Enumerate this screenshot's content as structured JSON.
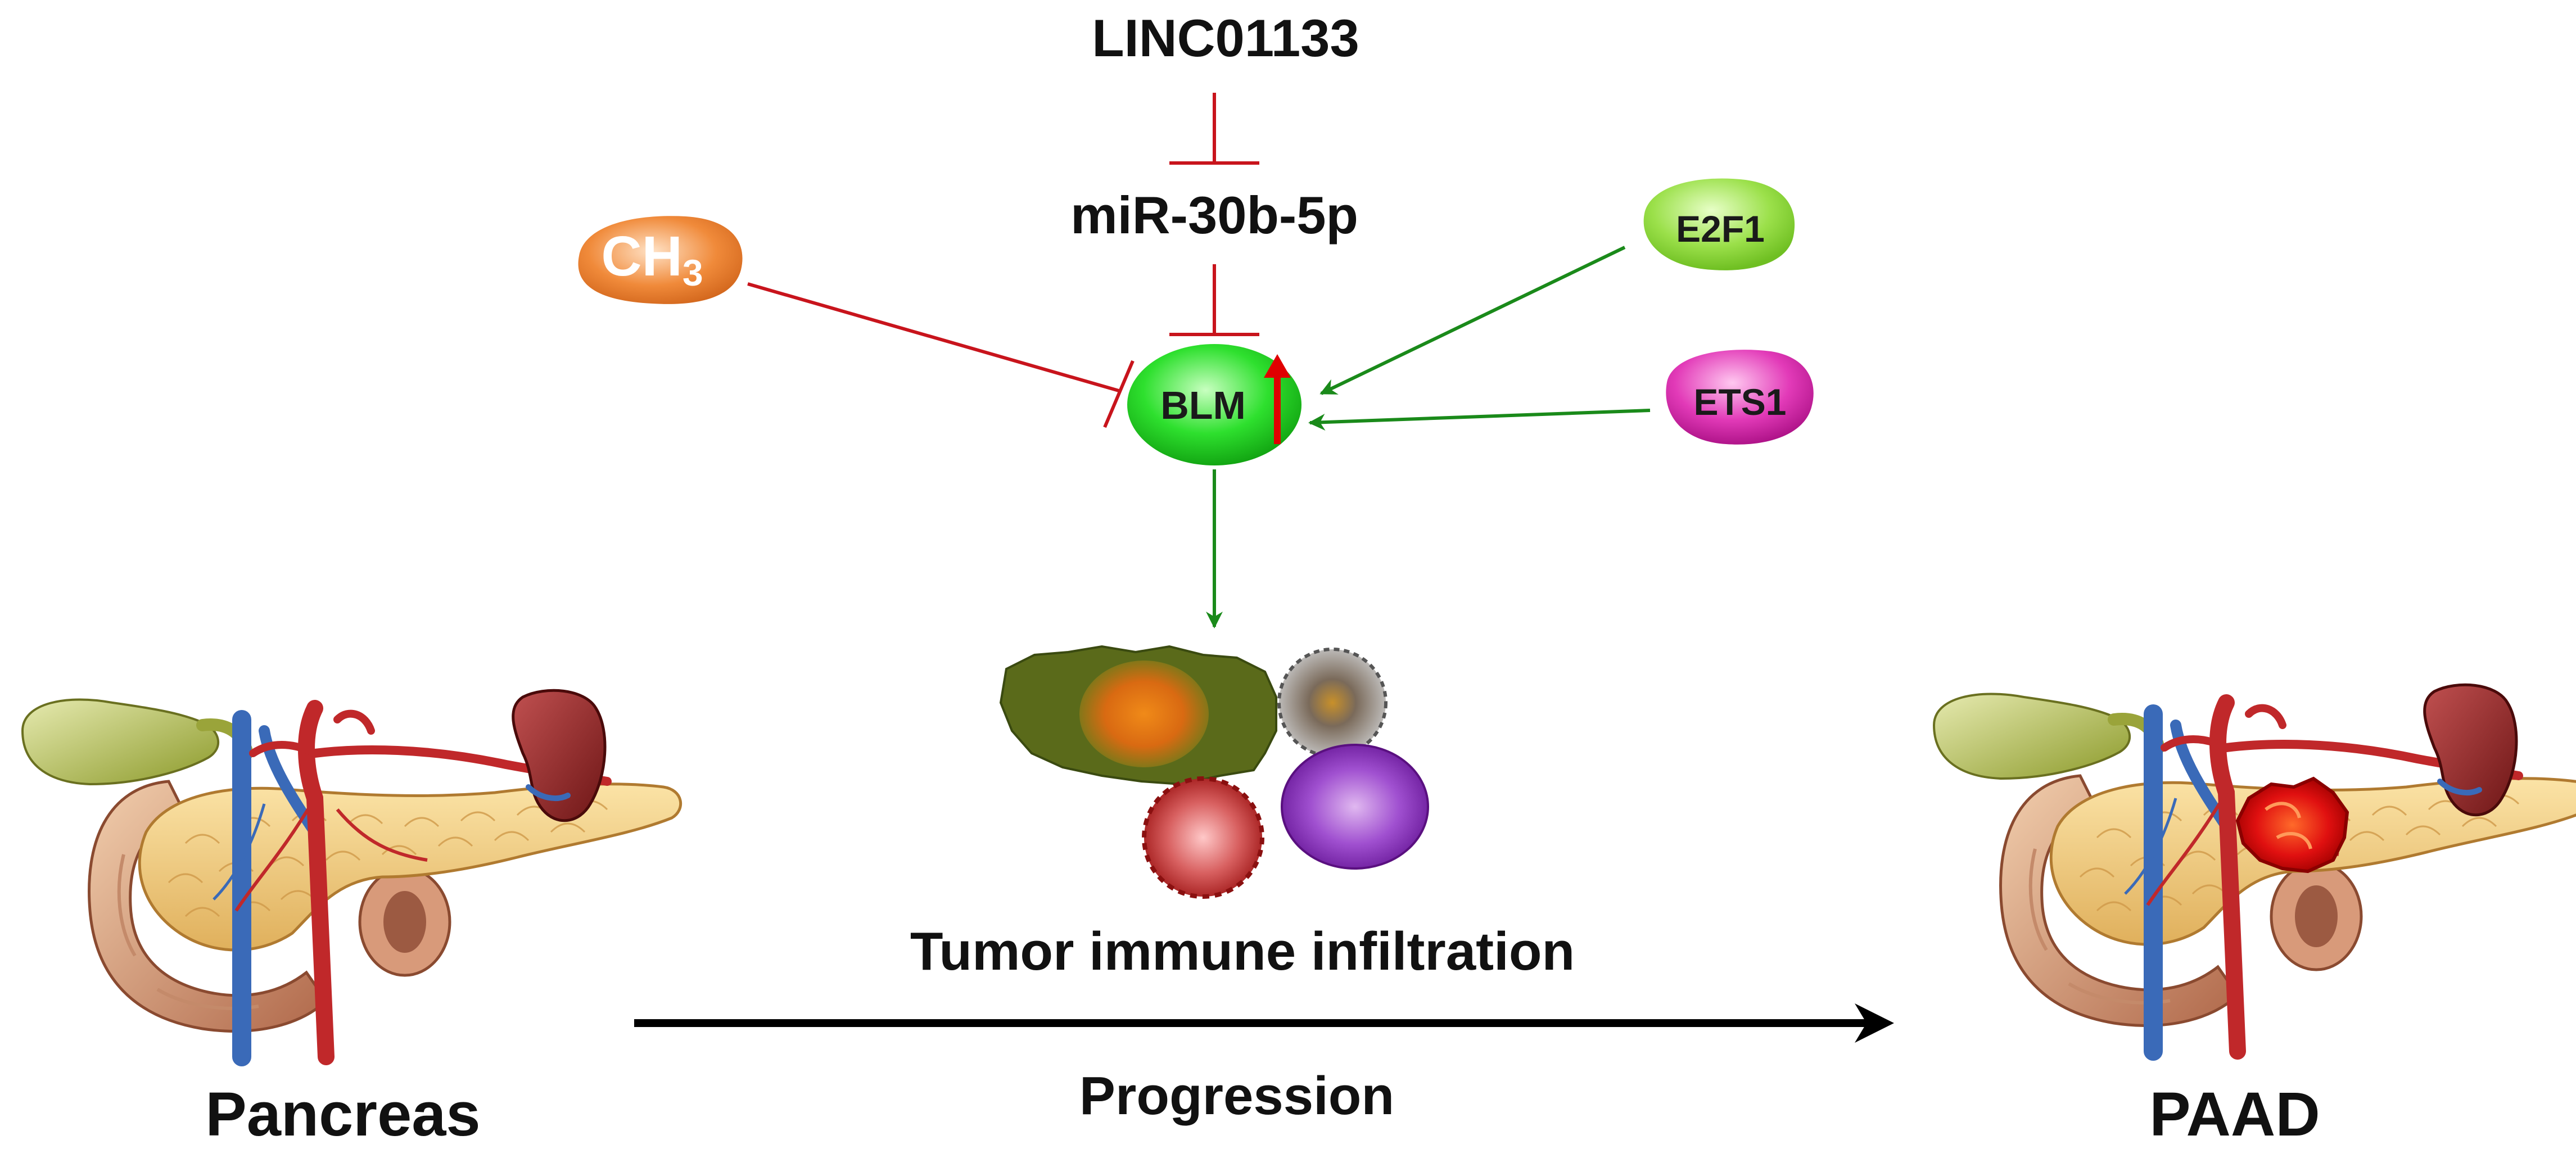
{
  "labels": {
    "linc": "LINC01133",
    "mir": "miR-30b-5p",
    "ch3_main": "CH",
    "ch3_sub": "3",
    "blm": "BLM",
    "e2f1": "E2F1",
    "ets1": "ETS1",
    "infiltration": "Tumor immune infiltration",
    "progression": "Progression",
    "pancreas": "Pancreas",
    "paad": "PAAD"
  },
  "colors": {
    "inhibit": "#c8141c",
    "activate": "#1a8a1a",
    "progression_arrow": "#000000",
    "blm_fill": "#2ee02e",
    "e2f1_fill": "#9be04a",
    "ets1_fill": "#e23ab8",
    "ch3_fill": "#f08a3a",
    "upregulation": "#e00000"
  },
  "icons": {
    "upregulation": "red-up-arrow-icon",
    "immune_cells": "immune-cells-icon",
    "normal_organ": "pancreas-organ-icon",
    "tumor_organ": "pancreas-with-tumor-icon"
  }
}
